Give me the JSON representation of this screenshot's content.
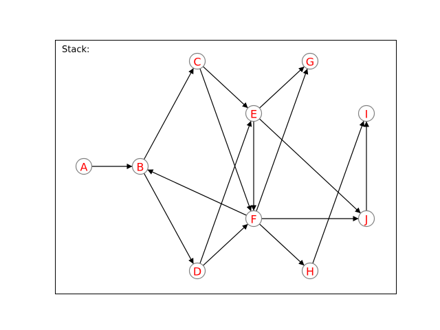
{
  "stack_label": "Stack:",
  "colors": {
    "node_label": "#ff0000",
    "node_border": "#808080",
    "node_fill": "#ffffff",
    "edge": "#000000",
    "frame": "#000000"
  },
  "graph": {
    "type": "directed",
    "nodes": [
      {
        "id": "A",
        "label": "A"
      },
      {
        "id": "B",
        "label": "B"
      },
      {
        "id": "C",
        "label": "C"
      },
      {
        "id": "D",
        "label": "D"
      },
      {
        "id": "E",
        "label": "E"
      },
      {
        "id": "F",
        "label": "F"
      },
      {
        "id": "G",
        "label": "G"
      },
      {
        "id": "H",
        "label": "H"
      },
      {
        "id": "I",
        "label": "I"
      },
      {
        "id": "J",
        "label": "J"
      }
    ],
    "edges": [
      {
        "from": "A",
        "to": "B"
      },
      {
        "from": "B",
        "to": "C"
      },
      {
        "from": "B",
        "to": "D"
      },
      {
        "from": "C",
        "to": "E"
      },
      {
        "from": "C",
        "to": "F"
      },
      {
        "from": "D",
        "to": "E"
      },
      {
        "from": "D",
        "to": "F"
      },
      {
        "from": "E",
        "to": "F"
      },
      {
        "from": "E",
        "to": "G"
      },
      {
        "from": "E",
        "to": "J"
      },
      {
        "from": "F",
        "to": "B"
      },
      {
        "from": "F",
        "to": "G"
      },
      {
        "from": "F",
        "to": "H"
      },
      {
        "from": "F",
        "to": "J"
      },
      {
        "from": "H",
        "to": "I"
      },
      {
        "from": "J",
        "to": "I"
      }
    ]
  }
}
